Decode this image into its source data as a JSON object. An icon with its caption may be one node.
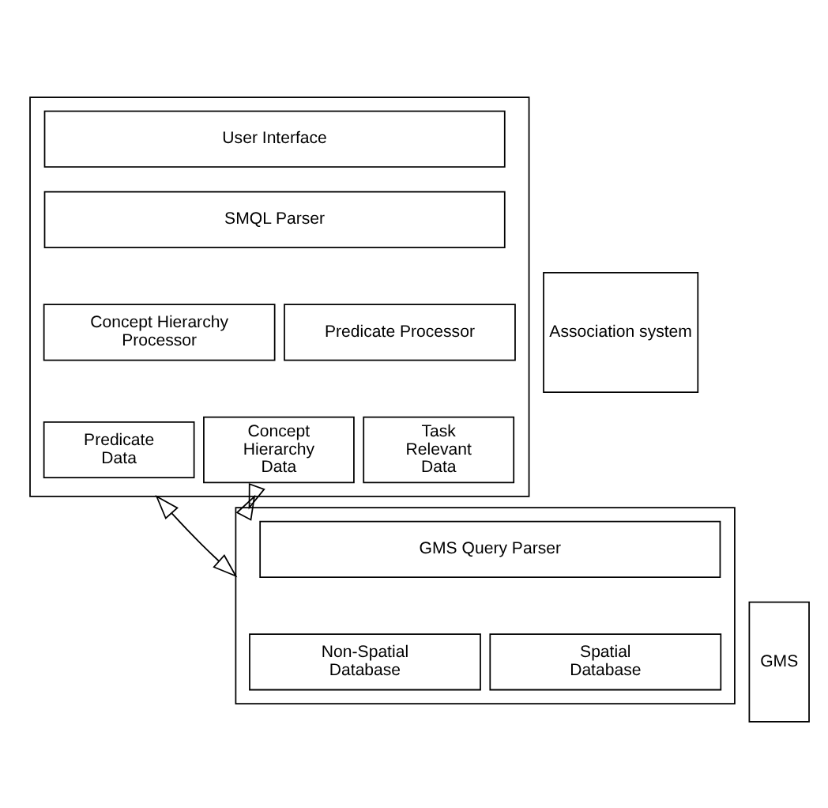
{
  "diagram": {
    "nodes": [
      {
        "text": [],
        "shape": "box"
      },
      {
        "text": [
          "User Interface"
        ],
        "in": 0
      },
      {
        "text": [
          "SMQL Parser"
        ],
        "in": 0
      },
      {
        "text": [
          "Concept Hierarchy Processor"
        ],
        "in": 0
      },
      {
        "text": [
          "Predicate Processor"
        ],
        "in": 0
      },
      {
        "text": [
          "Concept Hierarchy Data"
        ],
        "in": 0
      },
      {
        "text": [
          "Task Relevant Data"
        ],
        "in": 0
      },
      {
        "text": [
          "Predicate Data"
        ],
        "in": 0
      },
      {
        "text": [
          "Association system"
        ]
      },
      {
        "text": [],
        "shape": "box"
      },
      {
        "text": [
          "GMS Query Parser"
        ],
        "in": 9
      },
      {
        "text": [
          "Spatial Database"
        ],
        "in": 9
      },
      {
        "text": [
          "Non-Spatial Database"
        ],
        "in": 9
      },
      {
        "text": [
          "GMS"
        ]
      }
    ],
    "edges": [
      {
        "from": 0,
        "to": 9,
        "arrow": "both"
      },
      {
        "from": 0,
        "to": 9,
        "arrow": "both"
      }
    ]
  }
}
